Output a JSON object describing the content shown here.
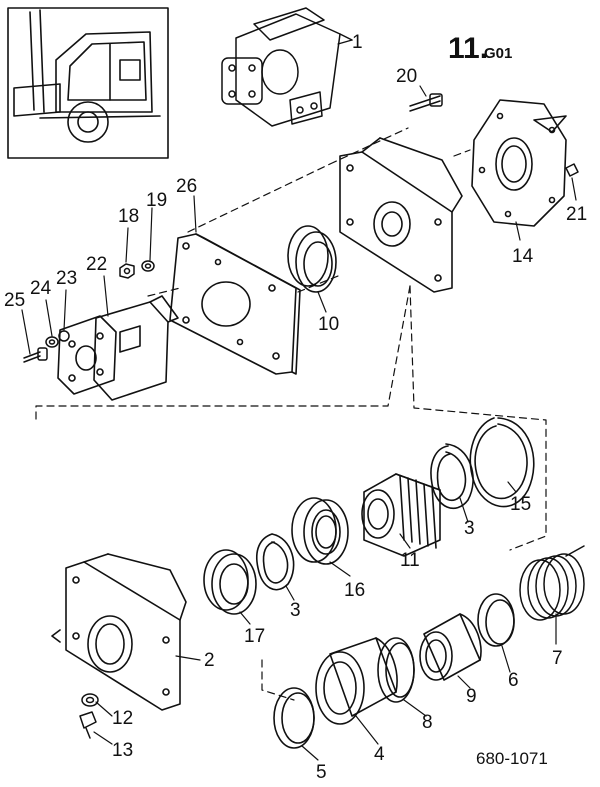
{
  "figure": {
    "section_number": "11.",
    "section_suffix": "G01",
    "drawing_number": "680-1071"
  },
  "callouts": [
    "1",
    "2",
    "3",
    "3",
    "4",
    "5",
    "6",
    "7",
    "8",
    "9",
    "10",
    "11",
    "12",
    "13",
    "14",
    "15",
    "16",
    "17",
    "18",
    "19",
    "20",
    "21",
    "22",
    "23",
    "24",
    "25",
    "26"
  ]
}
